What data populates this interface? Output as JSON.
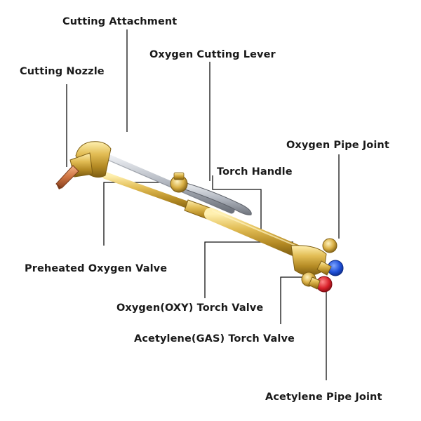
{
  "labels": {
    "cutting_attachment": "Cutting Attachment",
    "oxygen_cutting_lever": "Oxygen Cutting Lever",
    "cutting_nozzle": "Cutting Nozzle",
    "oxygen_pipe_joint": "Oxygen Pipe Joint",
    "torch_handle": "Torch Handle",
    "preheated_oxygen_valve": "Preheated Oxygen Valve",
    "oxygen_torch_valve": "Oxygen(OXY) Torch Valve",
    "acetylene_torch_valve": "Acetylene(GAS) Torch Valve",
    "acetylene_pipe_joint": "Acetylene Pipe Joint"
  },
  "colors": {
    "brass": "#c9a23a",
    "brass_dark": "#8a6a17",
    "steel": "#b8bcc4",
    "copper": "#d47a45",
    "oxygen_cap": "#1e4fd8",
    "acetylene_cap": "#d8202a",
    "leader_line": "#111111"
  }
}
